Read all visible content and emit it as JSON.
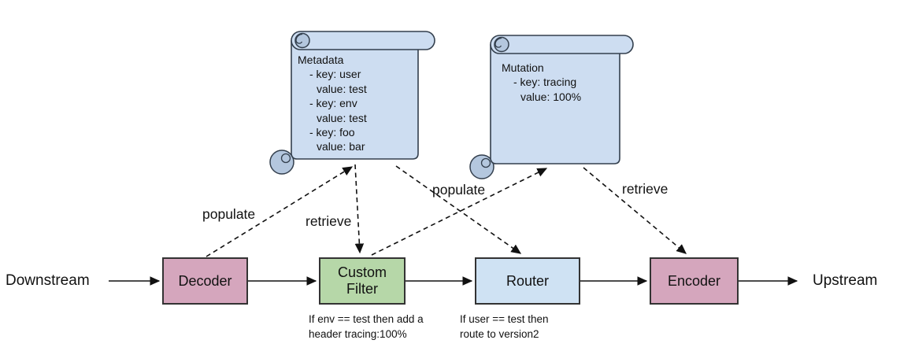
{
  "endpoints": {
    "left": "Downstream",
    "right": "Upstream"
  },
  "nodes": [
    {
      "label": "Decoder",
      "fill": "#d5a6bd"
    },
    {
      "label": "Custom Filter",
      "fill": "#b6d7a8",
      "caption": "If env == test then add a header tracing:100%"
    },
    {
      "label": "Router",
      "fill": "#cfe2f3",
      "caption": "If user == test then route to version2"
    },
    {
      "label": "Encoder",
      "fill": "#d5a6bd"
    }
  ],
  "scrolls": [
    {
      "title": "Metadata",
      "lines": [
        "- key: user",
        "value: test",
        "- key: env",
        "value: test",
        "- key: foo",
        "value: bar"
      ]
    },
    {
      "title": "Mutation",
      "lines": [
        "- key: tracing",
        "value: 100%"
      ]
    }
  ],
  "edges": [
    {
      "name": "populate-metadata",
      "label": "populate"
    },
    {
      "name": "retrieve-metadata",
      "label": "retrieve"
    },
    {
      "name": "populate-mutation",
      "label": "populate"
    },
    {
      "name": "retrieve-mutation",
      "label": "retrieve"
    }
  ],
  "colors": {
    "scroll_fill": "#cdddf1",
    "scroll_curl": "#b4c7de",
    "scroll_stroke": "#333f4d",
    "box_stroke": "#333333",
    "line": "#111111"
  }
}
